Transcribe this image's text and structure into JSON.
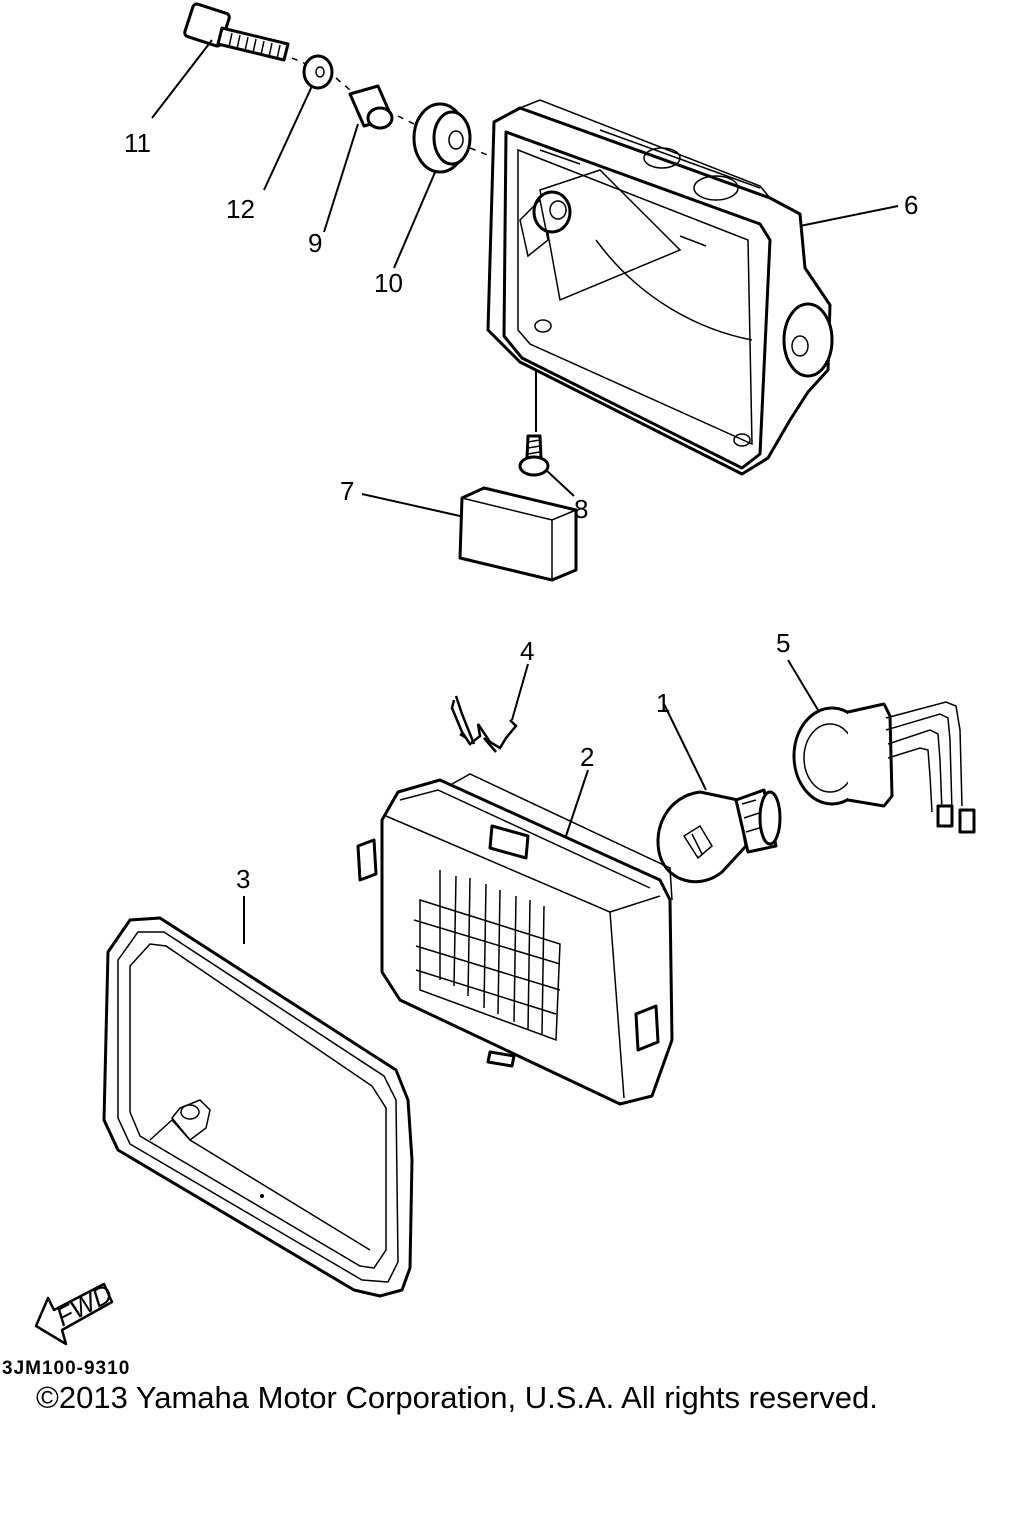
{
  "callouts": {
    "p1": "1",
    "p2": "2",
    "p3": "3",
    "p4": "4",
    "p5": "5",
    "p6": "6",
    "p7": "7",
    "p8": "8",
    "p9": "9",
    "p10": "10",
    "p11": "11",
    "p12": "12"
  },
  "fwd_label": "FWD",
  "drawing_id": "3JM100-9310",
  "copyright": "©2013 Yamaha Motor Corporation, U.S.A. All rights reserved."
}
